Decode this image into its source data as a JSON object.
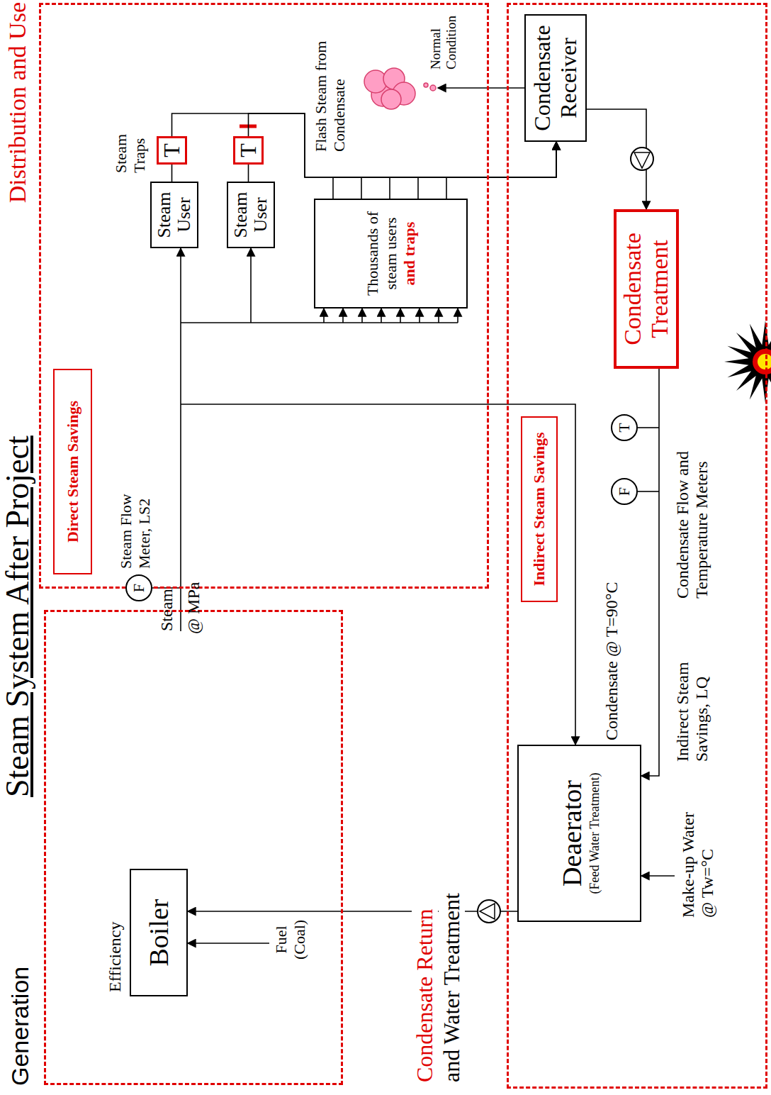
{
  "diagram": {
    "title": "Steam System After Project",
    "nodes": [
      {
        "text": [
          "Generation"
        ]
      },
      {
        "text": [
          "Efficiency",
          "Boiler"
        ],
        "in": 0
      },
      {
        "text": [
          "Distribution and Use"
        ]
      },
      {
        "text": [
          "Direct Steam Savings"
        ],
        "in": 2
      },
      {
        "text": [
          "F",
          "Steam Flow Meter, LS2"
        ],
        "in": 2
      },
      {
        "text": [
          "Steam User"
        ],
        "in": 2
      },
      {
        "text": [
          "T"
        ],
        "in": 2
      },
      {
        "text": [
          "Steam User"
        ],
        "in": 2
      },
      {
        "text": [
          "T"
        ],
        "in": 2
      },
      {
        "text": [
          "Thousands of steam users",
          "and traps"
        ],
        "in": 2
      },
      {
        "text": [
          "Condensate Return",
          "and Water Treatment"
        ]
      },
      {
        "text": [
          "Condensate Receiver"
        ],
        "in": 10
      },
      {
        "text": [
          "Deaerator",
          "(Feed Water Treatment)"
        ],
        "in": 10
      },
      {
        "text": [
          "Indirect Steam Savings"
        ],
        "in": 10
      },
      {
        "text": [
          "Condensate Treatment"
        ],
        "in": 10
      },
      {
        "text": [
          "F"
        ],
        "in": 10
      },
      {
        "text": [
          "T"
        ],
        "in": 10
      }
    ],
    "edges": [
      {
        "from": 12,
        "to": 1,
        "arrow": "to"
      },
      {
        "from": 5,
        "to": 6,
        "arrow": "none"
      },
      {
        "from": 7,
        "to": 8,
        "arrow": "none"
      },
      {
        "from": 6,
        "to": 11,
        "arrow": "to"
      },
      {
        "from": 8,
        "to": 11,
        "arrow": "to"
      },
      {
        "from": 9,
        "to": 11,
        "arrow": "to"
      },
      {
        "from": 11,
        "to": 14,
        "arrow": "to"
      },
      {
        "from": 14,
        "to": 12,
        "arrow": "to"
      }
    ],
    "labels": [
      "Steam",
      "@ MPa",
      "Fuel (Coal)",
      "Steam Traps",
      "Flash Steam from Condensate",
      "Normal Condition",
      "Condensate @ T=90°C",
      "Indirect Steam Savings, LQ",
      "Condensate Flow and Temperature Meters",
      "Make-up Water @ Tw=°C"
    ]
  }
}
